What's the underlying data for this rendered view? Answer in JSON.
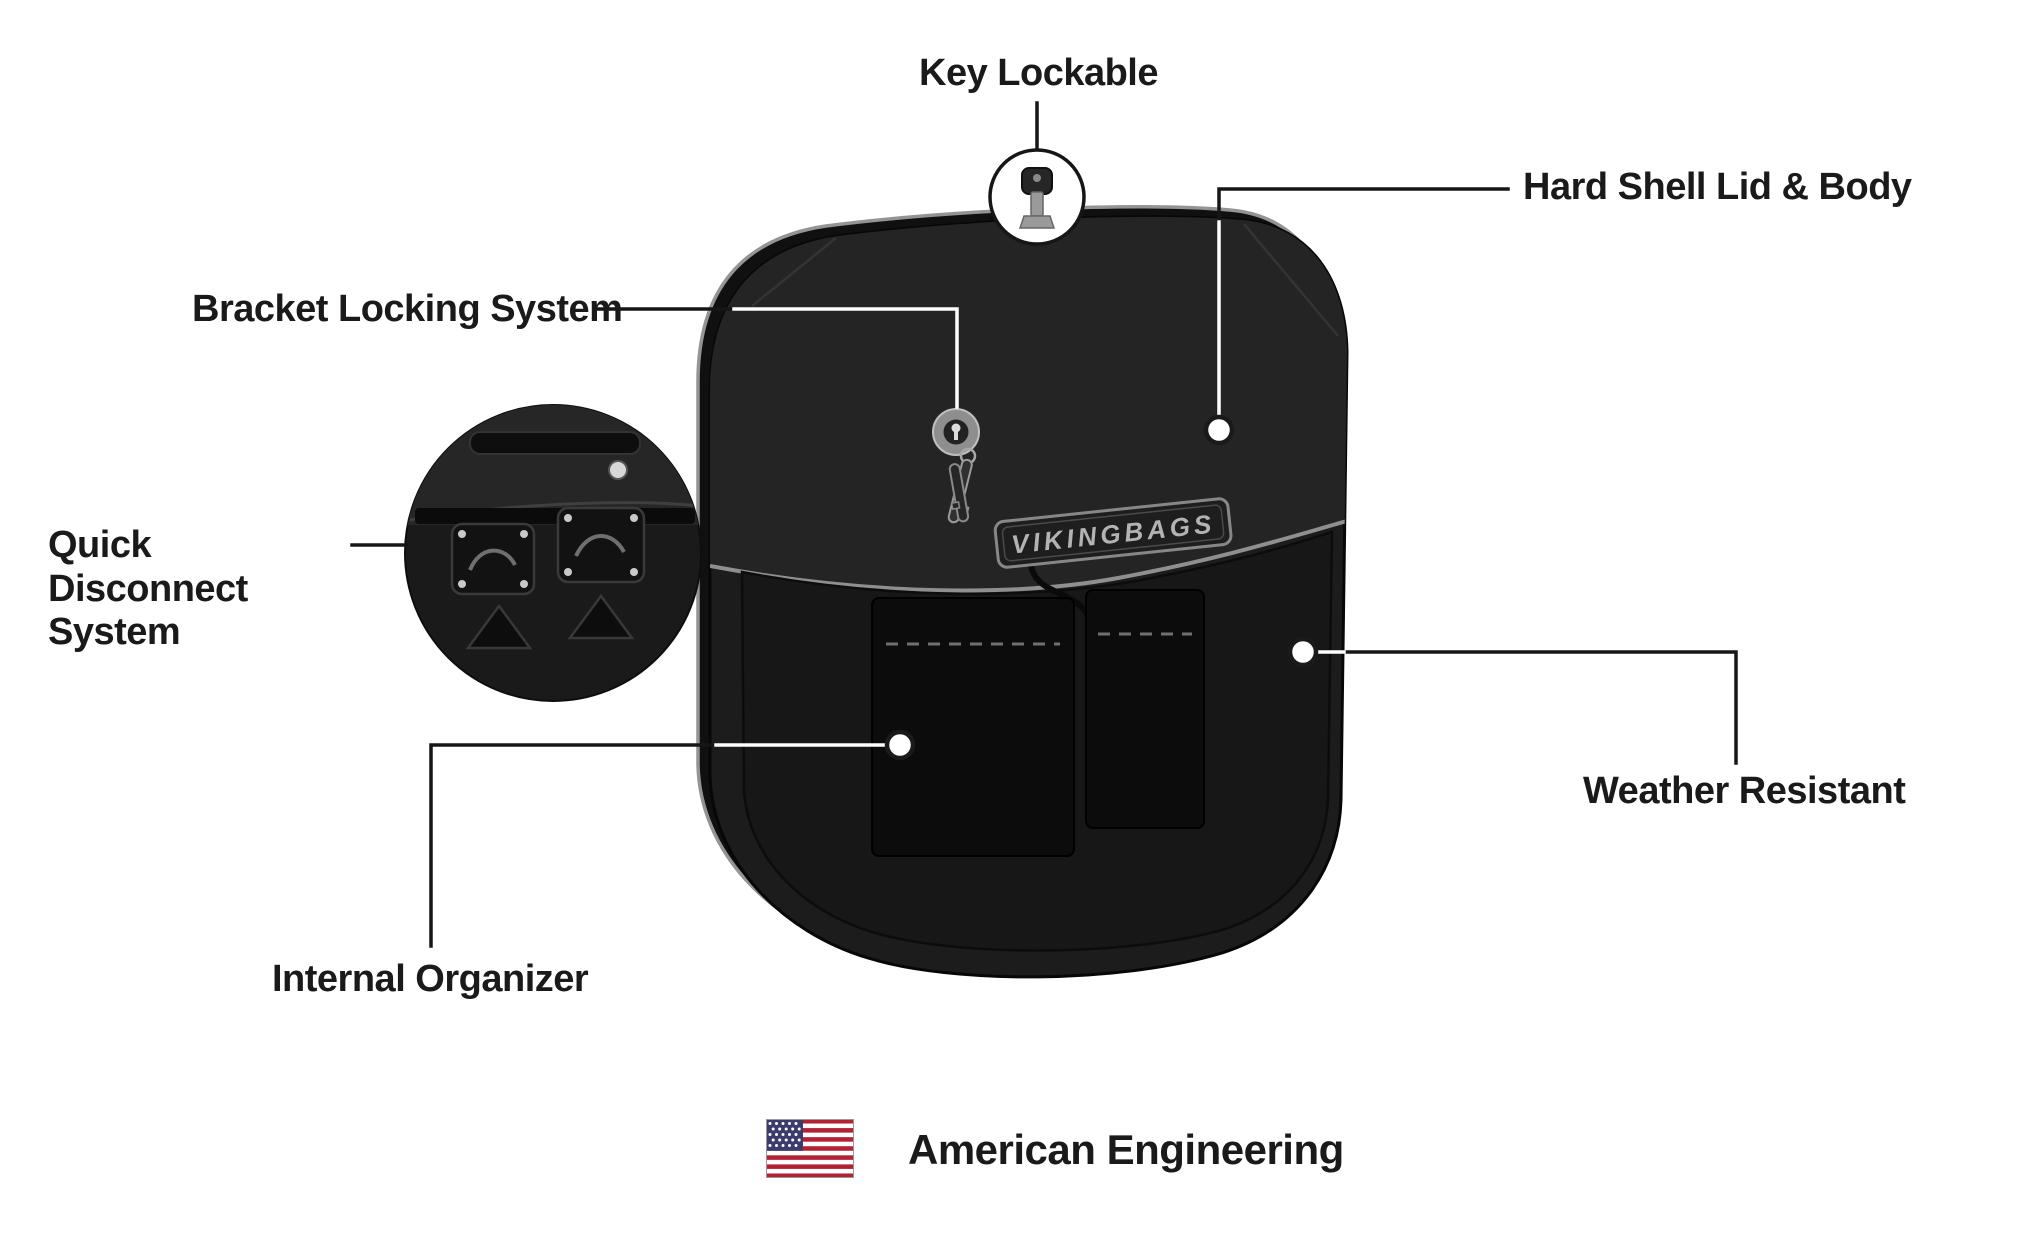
{
  "labels": {
    "key_lockable": "Key Lockable",
    "hard_shell_lid_body": "Hard Shell Lid & Body",
    "bracket_locking_system": "Bracket Locking System",
    "quick_disconnect_system": "Quick Disconnect System",
    "internal_organizer": "Internal Organizer",
    "weather_resistant": "Weather Resistant"
  },
  "footer": {
    "american_engineering": "American Engineering"
  },
  "product": {
    "brand": "VIKINGBAGS"
  },
  "icons": {
    "key": "key-icon",
    "us_flag": "us-flag-icon",
    "lock": "lock-icon"
  },
  "colors": {
    "background": "#ffffff",
    "label_text": "#1a1a1a",
    "bag_body": "#1c1c1c",
    "bag_lid": "#242424",
    "seam_highlight": "#949494",
    "callout_line": "#161616",
    "callout_line_on_dark": "#ffffff",
    "flag_red": "#B22234",
    "flag_blue": "#3C3B6E"
  }
}
